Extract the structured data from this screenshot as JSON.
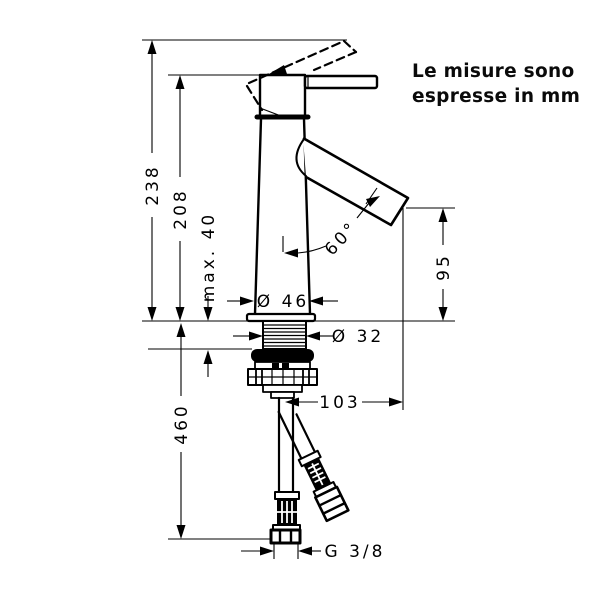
{
  "note": {
    "line1": "Le misure sono",
    "line2": "espresse in mm"
  },
  "dimensions": {
    "total_height": "238",
    "spout_top_height": "208",
    "max_mounting_depth": "max. 40",
    "spout_outlet_height": "95",
    "body_diameter": "Ø 46",
    "shank_diameter": "Ø 32",
    "spout_reach": "103",
    "hose_length": "460",
    "spout_angle": "60°",
    "connection_thread": "G 3/8"
  },
  "colors": {
    "line": "#000000",
    "background": "#ffffff"
  }
}
